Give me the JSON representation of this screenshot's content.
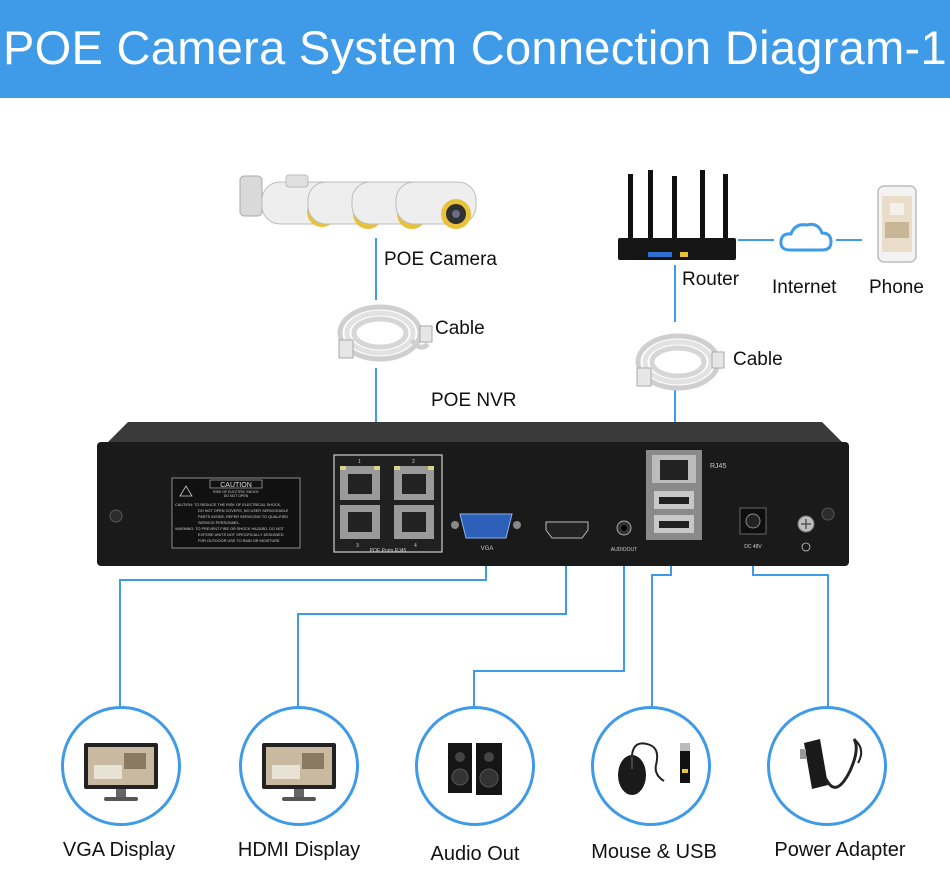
{
  "title": "POE Camera System Connection Diagram-1",
  "colors": {
    "banner": "#3f9ae8",
    "line": "#3f9ae8",
    "nvr": "#1a1a1a",
    "ring": "#3f9ae8"
  },
  "devices": {
    "poe_camera": "POE Camera",
    "cable_left": "Cable",
    "router": "Router",
    "internet": "Internet",
    "phone": "Phone",
    "cable_right": "Cable",
    "nvr": "POE NVR"
  },
  "nvr_panel": {
    "caution_title": "CAUTION",
    "caution_sub1": "RISK OF ELECTRIC SHOCK",
    "caution_sub2": "DO NOT OPEN",
    "caution_text": [
      "CAUTION: TO REDUCE THE RISK OF ELECTRICAL SHOCK,",
      "DO NOT OPEN COVERS, NO USER SERVICEABLE",
      "PARTS INSIDE, REFER SERVICING TO QUALIFIED",
      "SERVICE PERSONNEL.",
      "WARNING: TO PREVENT FIRE OR SHOCK HAZARD, DO NOT",
      "EXPOSE UNITS NOT SPECIFICALLY DESIGNED",
      "FOR OUTDOOR USE TO RAIN OR MOISTURE."
    ],
    "port_numbers": [
      "1",
      "2",
      "3",
      "4"
    ],
    "poe_ports": "POE Ports RJ45",
    "vga": "VGA",
    "audio": "AUDIOOUT",
    "rj45": "RJ45",
    "dc": "DC 48V"
  },
  "outputs": [
    {
      "label": "VGA Display",
      "icon": "monitor-icon"
    },
    {
      "label": "HDMI Display",
      "icon": "monitor-icon"
    },
    {
      "label": "Audio Out",
      "icon": "speakers-icon"
    },
    {
      "label": "Mouse & USB",
      "icon": "mouse-usb-icon"
    },
    {
      "label": "Power Adapter",
      "icon": "power-adapter-icon"
    }
  ]
}
